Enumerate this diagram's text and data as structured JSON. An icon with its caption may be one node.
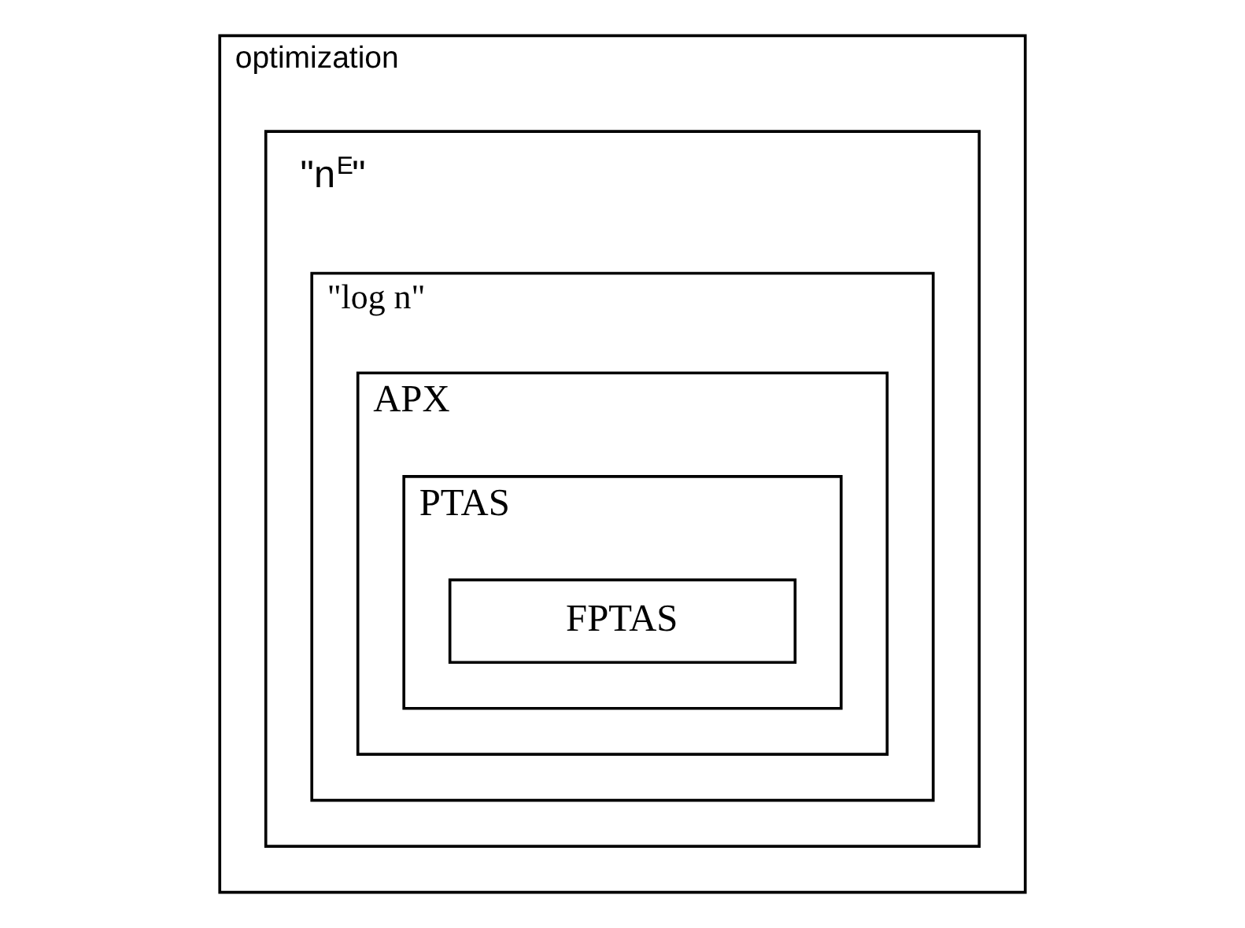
{
  "diagram": {
    "nodes": [
      {
        "text": [
          "optimization"
        ]
      },
      {
        "text": [
          "\"n$^{E}$\""
        ],
        "in": 0
      },
      {
        "text": [
          "\"log n\""
        ],
        "in": 1
      },
      {
        "text": [
          "APX"
        ],
        "in": 2
      },
      {
        "text": [
          "PTAS"
        ],
        "in": 3
      },
      {
        "text": [
          "FPTAS"
        ],
        "in": 4
      }
    ]
  }
}
